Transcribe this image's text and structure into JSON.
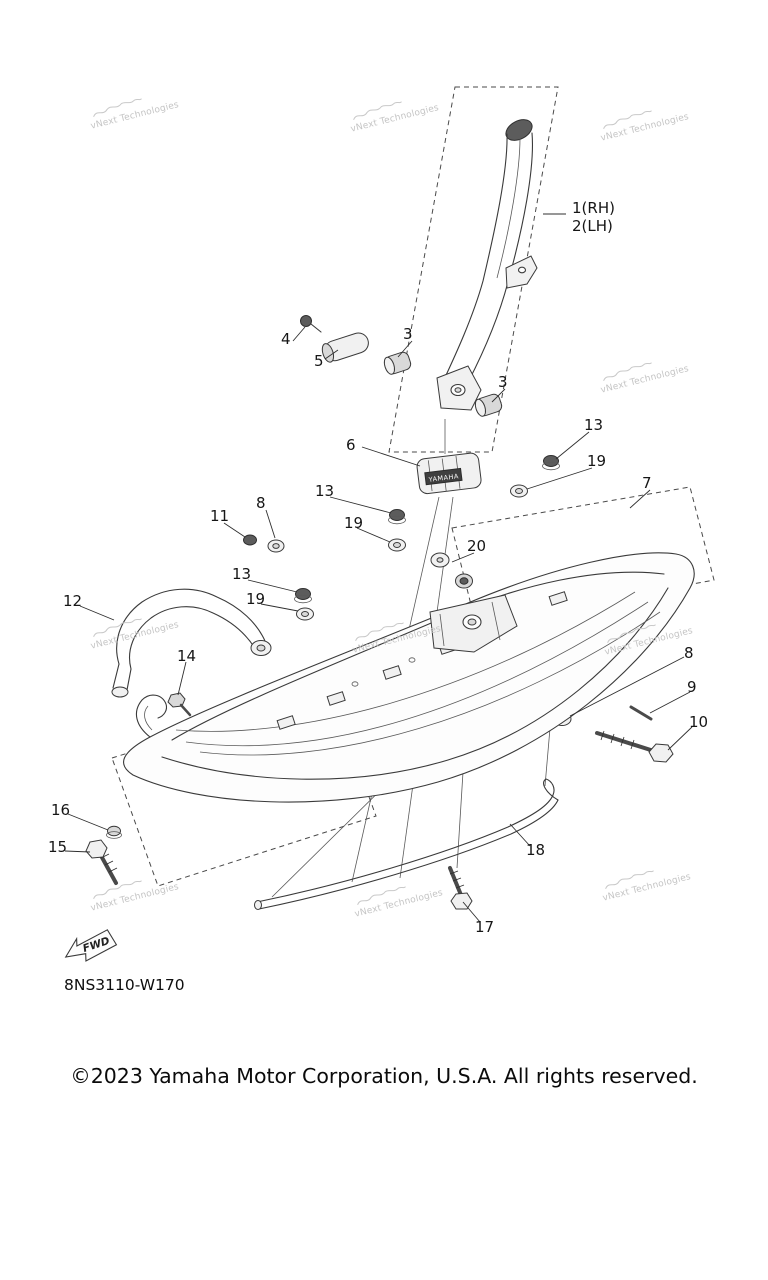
{
  "watermark": {
    "text": "vNext Technologies"
  },
  "footer": {
    "copyright": "©2023 Yamaha Motor Corporation, U.S.A. All rights reserved."
  },
  "diagram": {
    "part_code": "8NS3110-W170",
    "fwd_label": "FWD",
    "brand_label": "YAMAHA",
    "callouts": [
      "1(RH)",
      "2(LH)",
      "3",
      "4",
      "5",
      "3",
      "6",
      "13",
      "19",
      "7",
      "8",
      "11",
      "13",
      "19",
      "20",
      "13",
      "19",
      "12",
      "14",
      "8",
      "9",
      "10",
      "16",
      "15",
      "18",
      "17"
    ]
  }
}
